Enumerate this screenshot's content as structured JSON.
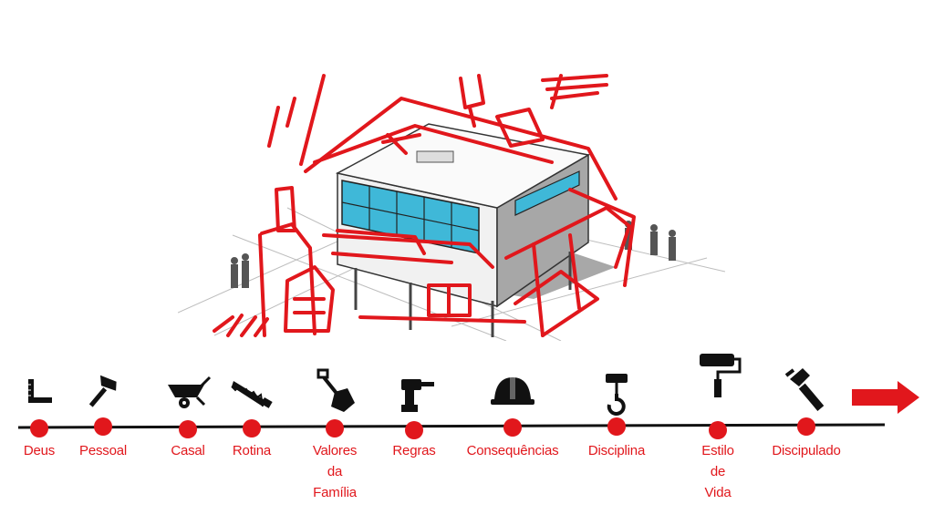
{
  "colors": {
    "accent": "#e1171c",
    "line": "#111111",
    "glass": "#3fb8d8",
    "icon": "#111111"
  },
  "steps": [
    {
      "label": "Deus",
      "icon": "carpenter-square-icon"
    },
    {
      "label": "Pessoal",
      "icon": "hammer-icon"
    },
    {
      "label": "Casal",
      "icon": "wheelbarrow-icon"
    },
    {
      "label": "Rotina",
      "icon": "saw-icon"
    },
    {
      "label": "Valores\nda\nFamília",
      "icon": "shovel-icon"
    },
    {
      "label": "Regras",
      "icon": "drill-icon"
    },
    {
      "label": "Consequências",
      "icon": "hard-hat-icon"
    },
    {
      "label": "Disciplina",
      "icon": "crane-hook-icon"
    },
    {
      "label": "Estilo\nde\nVida",
      "icon": "paint-roller-icon"
    },
    {
      "label": "Discipulado",
      "icon": "pipe-wrench-icon"
    }
  ]
}
